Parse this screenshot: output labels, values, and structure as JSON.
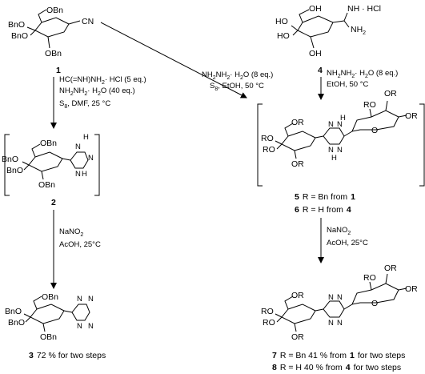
{
  "compounds": {
    "c1": {
      "number": "1",
      "labels": {
        "top_obn": "OBn",
        "cn": "CN",
        "bno_top": "BnO",
        "bno": "BnO",
        "obn_low": "OBn"
      }
    },
    "c4": {
      "number": "4",
      "labels": {
        "oh_top": "OH",
        "nh_hcl": "NH · HCl",
        "ho_top": "HO",
        "ho": "HO",
        "nh2": "NH",
        "nh2_sub": "2",
        "oh_low": "OH"
      }
    },
    "c2": {
      "number": "2",
      "labels": {
        "obn_top": "OBn",
        "bno_top": "BnO",
        "bno": "BnO",
        "obn_low": "OBn",
        "h_top": "H",
        "n_top": "N",
        "n_mid": "N",
        "n_bot": "N",
        "h_bot": "H"
      }
    },
    "c3": {
      "number": "3",
      "caption": "72 % for two steps",
      "labels": {
        "obn_top": "OBn",
        "bno_top": "BnO",
        "bno": "BnO",
        "obn_low": "OBn",
        "n1": "N",
        "n2": "N",
        "n3": "N",
        "n4": "N"
      }
    },
    "c56": {
      "caption1_num": "5",
      "caption1_text": "R = Bn from",
      "caption1_ref": "1",
      "caption2_num": "6",
      "caption2_text": "R = H from",
      "caption2_ref": "4",
      "labels": {
        "or_r1": "OR",
        "or_r2": "OR",
        "ro_r": "RO",
        "o_r": "O",
        "or_l1": "OR",
        "ro_l1": "RO",
        "ro_l2": "RO",
        "or_l2": "OR",
        "n1": "N",
        "n2": "N",
        "h1": "H",
        "n3": "N",
        "n4": "N",
        "h2": "H"
      }
    },
    "c78": {
      "caption1_num": "7",
      "caption1_text": "R = Bn   41 % from",
      "caption1_ref": "1",
      "caption1_tail": "for two steps",
      "caption2_num": "8",
      "caption2_text": "R = H     40 % from",
      "caption2_ref": "4",
      "caption2_tail": "for two steps",
      "labels": {
        "or_r1": "OR",
        "or_r2": "OR",
        "ro_r": "RO",
        "o_r": "O",
        "or_l1": "OR",
        "ro_l1": "RO",
        "ro_l2": "RO",
        "or_l2": "OR",
        "n1": "N",
        "n2": "N",
        "n3": "N",
        "n4": "N"
      }
    }
  },
  "conditions": {
    "step_1_to_2": [
      "HC(=NH)NH",
      "· HCl (5 eq.)",
      "NH",
      "NH",
      "· H",
      "O (40 eq.)",
      "S",
      ", DMF, 25 °C"
    ],
    "step_1_to_5": [
      "NH",
      "NH",
      "· H",
      "O (8 eq.)",
      "S",
      ", EtOH, 50 °C"
    ],
    "step_4_to_6": [
      "NH",
      "NH",
      "· H",
      "O (8 eq.)",
      "EtOH, 50 °C"
    ],
    "step_2_to_3": [
      "NaNO",
      "AcOH, 25°C"
    ],
    "step_56_to_78": [
      "NaNO",
      "AcOH, 25°C"
    ],
    "subscripts": {
      "two": "2",
      "eight": "8"
    }
  }
}
